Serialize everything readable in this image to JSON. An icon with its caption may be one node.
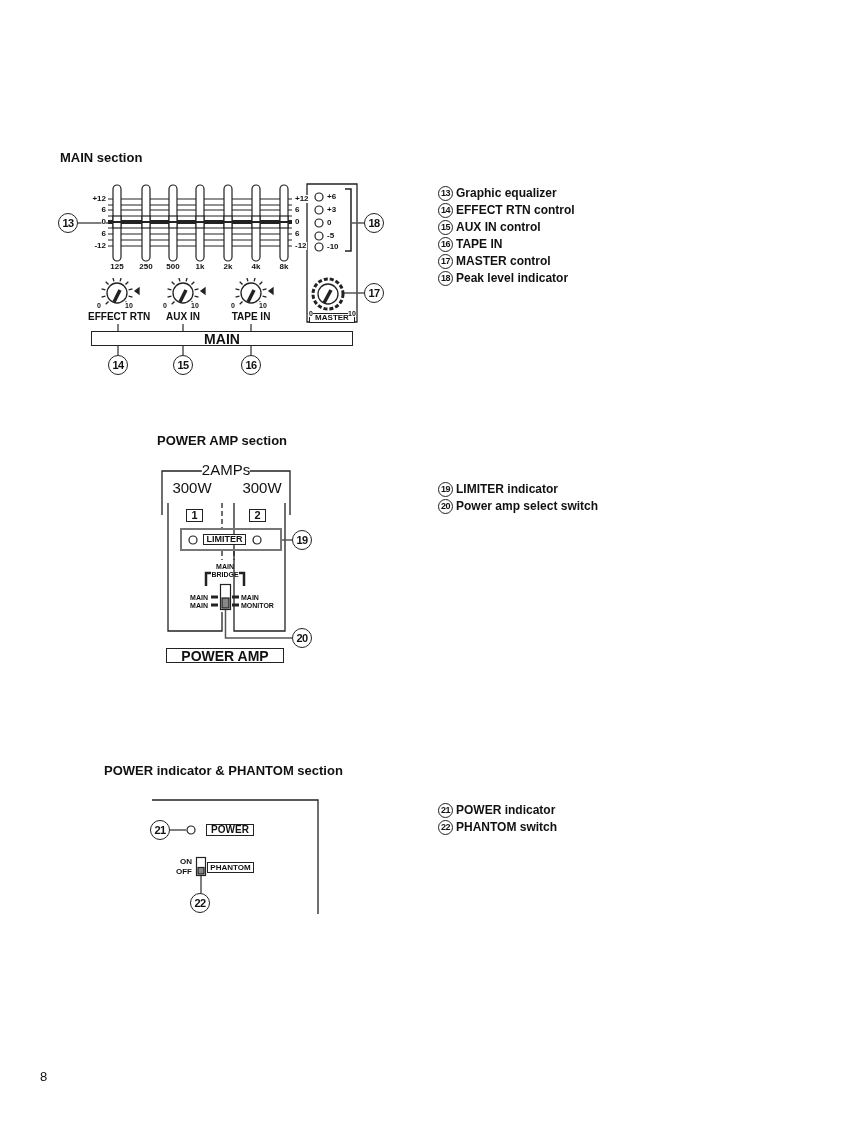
{
  "diagram": {
    "nodes": [
      {
        "text": [
          "13"
        ]
      },
      {
        "text": [],
        "shape": "box"
      },
      {
        "text": [
          "14"
        ]
      },
      {
        "text": [
          "EFFECT RTN"
        ]
      },
      {
        "text": [
          "15"
        ]
      },
      {
        "text": [
          "AUX IN"
        ]
      },
      {
        "text": [
          "16"
        ]
      },
      {
        "text": [
          "TAPE IN"
        ]
      },
      {
        "text": [
          "17"
        ]
      },
      {
        "text": [],
        "shape": "circle"
      },
      {
        "text": [
          "18"
        ]
      },
      {
        "text": [],
        "shape": "bracket"
      },
      {
        "text": [
          "MASTER"
        ]
      },
      {
        "text": [
          "MAIN"
        ]
      },
      {
        "text": [
          "1"
        ]
      },
      {
        "text": [
          "2"
        ]
      },
      {
        "text": [],
        "shape": "box"
      },
      {
        "text": [
          "LIMITER"
        ],
        "in": 16
      },
      {
        "text": [
          "19"
        ]
      },
      {
        "text": [],
        "shape": "box"
      },
      {
        "text": [
          "20"
        ]
      },
      {
        "text": [
          "POWER AMP"
        ]
      },
      {
        "text": [
          "21"
        ]
      },
      {
        "text": [],
        "shape": "circle"
      },
      {
        "text": [
          "POWER"
        ]
      },
      {
        "text": [],
        "shape": "box"
      },
      {
        "text": [
          "PHANTOM"
        ]
      },
      {
        "text": [
          "22"
        ]
      }
    ],
    "edges": [
      {
        "from": 0,
        "to": 1,
        "arrow": "none"
      },
      {
        "from": 2,
        "to": 3,
        "arrow": "none"
      },
      {
        "from": 4,
        "to": 5,
        "arrow": "none"
      },
      {
        "from": 6,
        "to": 7,
        "arrow": "none"
      },
      {
        "from": 8,
        "to": 9,
        "arrow": "none"
      },
      {
        "from": 10,
        "to": 11,
        "arrow": "none"
      },
      {
        "from": 18,
        "to": 16,
        "arrow": "none"
      },
      {
        "from": 20,
        "to": 19,
        "arrow": "none"
      },
      {
        "from": 22,
        "to": 23,
        "arrow": "none"
      },
      {
        "from": 27,
        "to": 25,
        "arrow": "none"
      }
    ],
    "labels": [
      "MAIN section",
      "+12",
      "6",
      "0",
      "6",
      "-12",
      "+12",
      "6",
      "0",
      "6",
      "-12",
      "+6",
      "+3",
      "0",
      "-5",
      "-10",
      "125",
      "250",
      "500",
      "1k",
      "2k",
      "4k",
      "8k",
      "0",
      "10",
      "0",
      "10",
      "0",
      "10",
      "0",
      "10",
      "13",
      "Graphic equalizer",
      "14",
      "EFFECT RTN control",
      "15",
      "AUX IN control",
      "16",
      "TAPE IN",
      "17",
      "MASTER control",
      "18",
      "Peak level indicator",
      "POWER AMP section",
      "2AMPs",
      "300W",
      "300W",
      "MAIN",
      "BRIDGE",
      "MAIN",
      "MAIN",
      "MAIN",
      "MONITOR",
      "19",
      "LIMITER indicator",
      "20",
      "Power amp select switch",
      "POWER indicator & PHANTOM section",
      "ON",
      "OFF",
      "21",
      "POWER indicator",
      "22",
      "PHANTOM switch",
      "8"
    ]
  }
}
